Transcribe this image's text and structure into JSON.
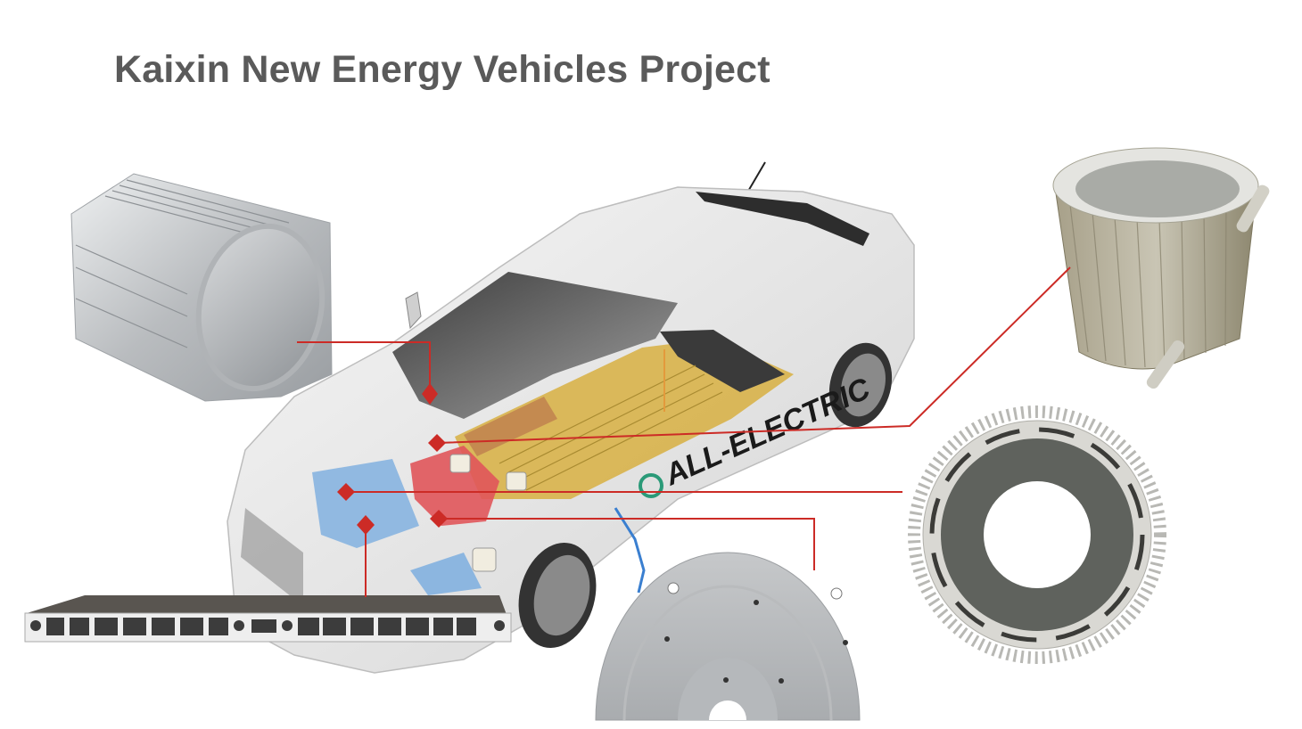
{
  "slide": {
    "title": "Kaixin New Energy Vehicles Project"
  },
  "car": {
    "side_label": "ALL-ELECTRIC",
    "description": "Cutaway illustration of an electric car showing battery pack, motor and front module"
  },
  "components": [
    {
      "id": "motor-housing-finned",
      "description": "Extruded aluminium finned motor housing",
      "position": "top-left"
    },
    {
      "id": "water-cooled-motor-housing",
      "description": "Water-cooled motor housing with coolant pipes",
      "position": "top-right"
    },
    {
      "id": "stator-heat-sink-ring",
      "description": "Finned aluminium ring with dark center",
      "position": "middle-right"
    },
    {
      "id": "end-cover-plate",
      "description": "Semicircular machined aluminium end plate",
      "position": "bottom-center"
    },
    {
      "id": "multi-channel-extrusion",
      "description": "Multi-cavity aluminium profile (battery tray beam)",
      "position": "bottom-left"
    }
  ],
  "callouts": {
    "line_color": "#cc2b26",
    "marker_shape": "diamond"
  },
  "colors": {
    "title": "#5a5a5a",
    "callout": "#cc2b26",
    "aluminium": "#c8cacc",
    "battery_gold": "#d8b24a",
    "motor_red": "#e0555a",
    "radiator_blue": "#8cb6e0"
  }
}
